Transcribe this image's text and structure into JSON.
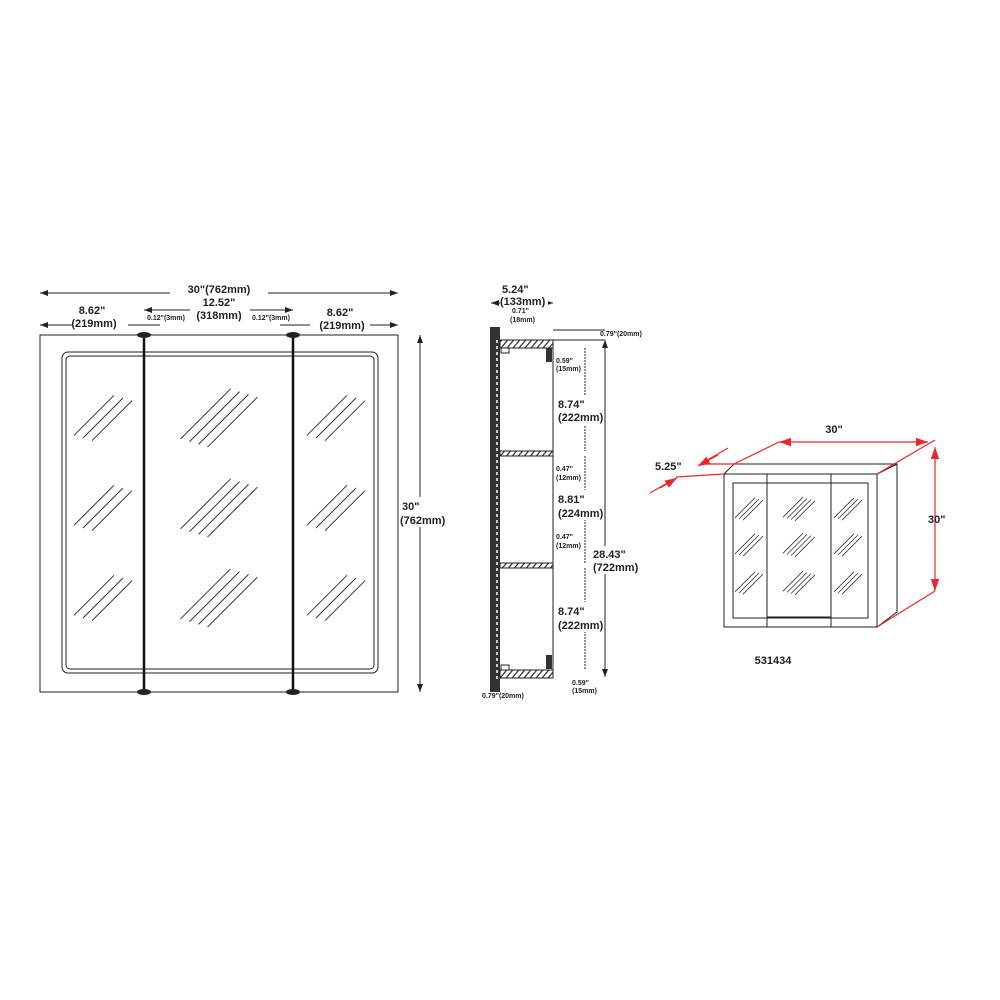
{
  "front_view": {
    "overall_width": "30\"(762mm)",
    "center_width": "12.52\"",
    "center_width_mm": "(318mm)",
    "left_width": "8.62\"",
    "left_width_mm": "(219mm)",
    "right_width": "8.62\"",
    "right_width_mm": "(219mm)",
    "gap_left": "0.12\"(3mm)",
    "gap_right": "0.12\"(3mm)",
    "height": "30\"",
    "height_mm": "(762mm)"
  },
  "side_view": {
    "depth": "5.24\"",
    "depth_mm": "(133mm)",
    "door_thickness": "0.71\"",
    "door_thickness_mm": "(18mm)",
    "top_offset": "0.79\"(20mm)",
    "top_gap": "0.59\"",
    "top_gap_mm": "(15mm)",
    "section1": "8.74\"",
    "section1_mm": "(222mm)",
    "shelf1": "0.47\"",
    "shelf1_mm": "(12mm)",
    "section2": "8.81\"",
    "section2_mm": "(224mm)",
    "shelf2": "0.47\"",
    "shelf2_mm": "(12mm)",
    "interior_height": "28.43\"",
    "interior_height_mm": "(722mm)",
    "section3": "8.74\"",
    "section3_mm": "(222mm)",
    "bottom_gap": "0.59\"",
    "bottom_gap_mm": "(15mm)",
    "bottom_offset": "0.79\"(20mm)"
  },
  "iso_view": {
    "width": "30\"",
    "depth": "5.25\"",
    "height": "30\"",
    "model_number": "531434",
    "dimension_color": "#e8262b"
  }
}
